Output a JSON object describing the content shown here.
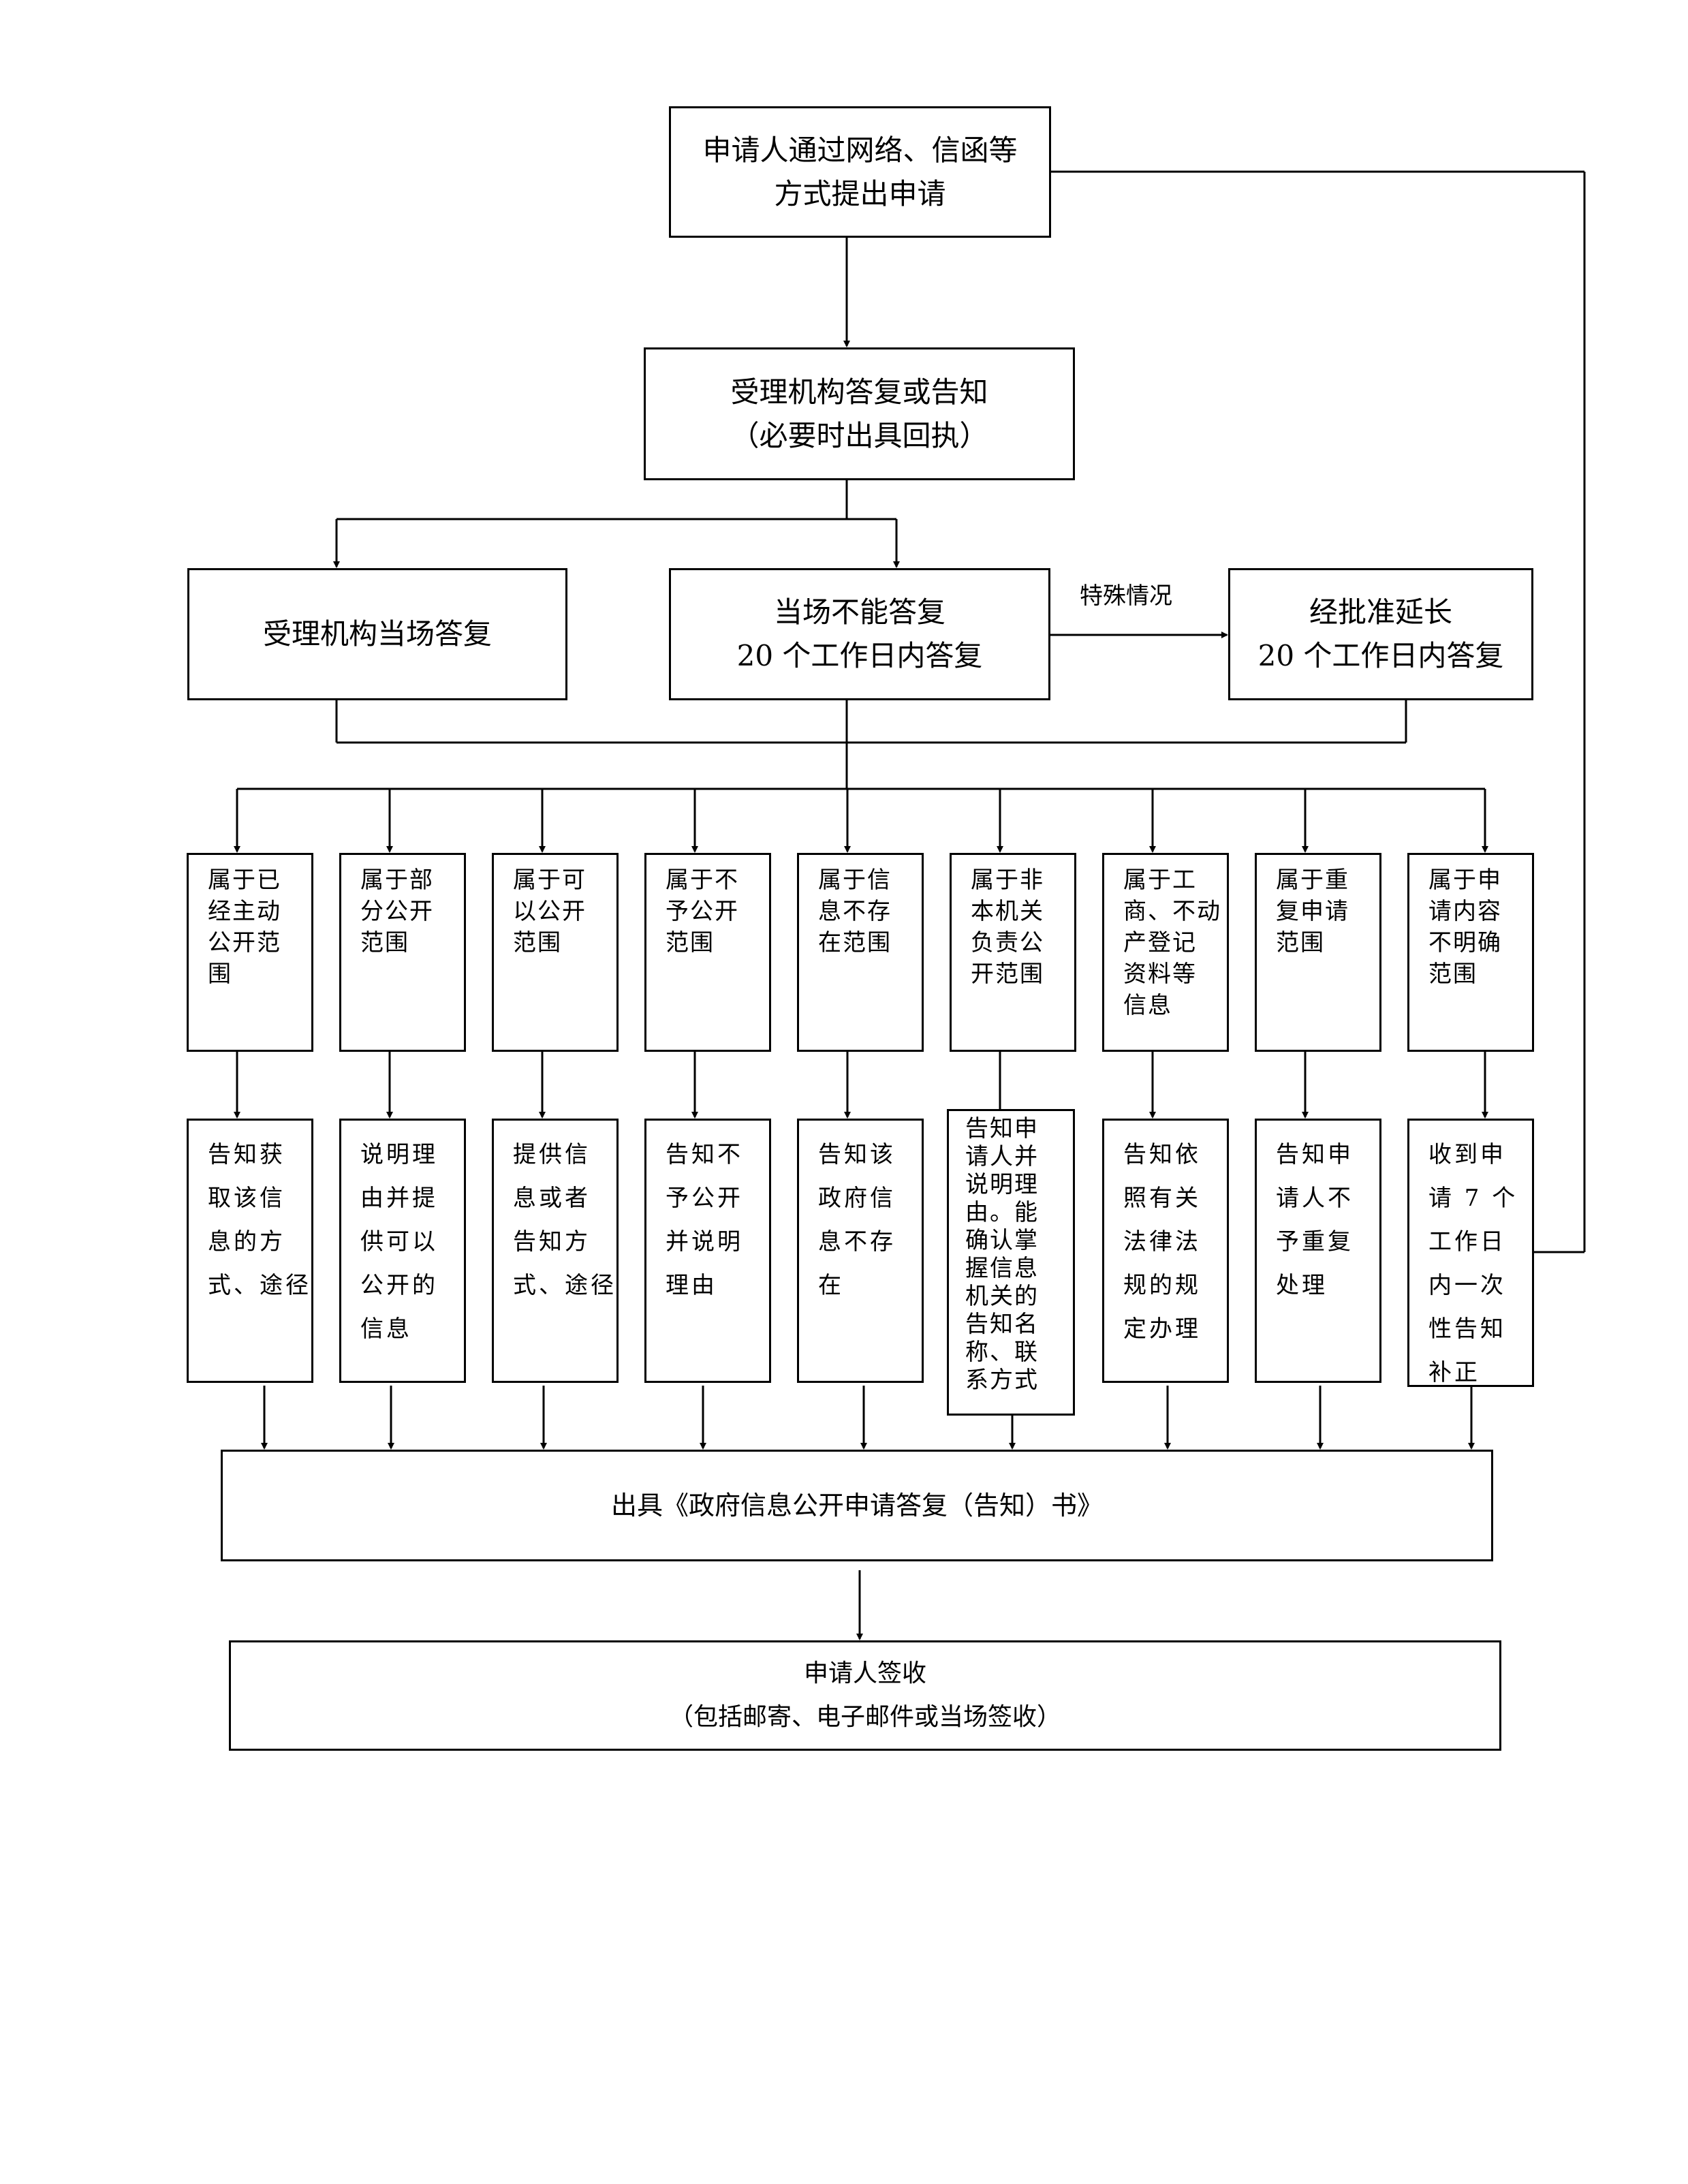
{
  "start": {
    "line1": "申请人通过网络、信函等",
    "line2": "方式提出申请"
  },
  "accept": {
    "line1": "受理机构答复或告知",
    "line2": "（必要时出具回执）"
  },
  "branches": {
    "immediate": "受理机构当场答复",
    "deferred_line1": "当场不能答复",
    "deferred_line2": "20 个工作日内答复",
    "special_label": "特殊情况",
    "extended_line1": "经批准延长",
    "extended_line2": "20 个工作日内答复"
  },
  "categories": [
    {
      "text": "属于已\n经主动\n公开范\n围"
    },
    {
      "text": "属于部\n分公开\n范围"
    },
    {
      "text": "属于可\n以公开\n范围"
    },
    {
      "text": "属于不\n予公开\n范围"
    },
    {
      "text": "属于信\n息不存\n在范围"
    },
    {
      "text": "属于非\n本机关\n负责公\n开范围"
    },
    {
      "text": "属于工\n商、不动\n产登记\n资料等\n信息"
    },
    {
      "text": "属于重\n复申请\n范围"
    },
    {
      "text": "属于申\n请内容\n不明确\n范围"
    }
  ],
  "results": [
    {
      "text": "告知获\n取该信\n息的方\n式、途径"
    },
    {
      "text": "说明理\n由并提\n供可以\n公开的\n信息"
    },
    {
      "text": "提供信\n息或者\n告知方\n式、途径"
    },
    {
      "text": "告知不\n予公开\n并说明\n理由"
    },
    {
      "text": "告知该\n政府信\n息不存\n在"
    },
    {
      "text": "告知申\n请人并\n说明理\n由。能\n确认掌\n握信息\n机关的\n告知名\n称、联\n系方式"
    },
    {
      "text": "告知依\n照有关\n法律法\n规的规\n定办理"
    },
    {
      "text": "告知申\n请人不\n予重复\n处理"
    },
    {
      "text": "收到申\n请 7 个\n工作日\n内一次\n性告知\n补正"
    }
  ],
  "issue": {
    "text": "出具《政府信息公开申请答复（告知）书》"
  },
  "sign": {
    "line1": "申请人签收",
    "line2": "（包括邮寄、电子邮件或当场签收）"
  }
}
